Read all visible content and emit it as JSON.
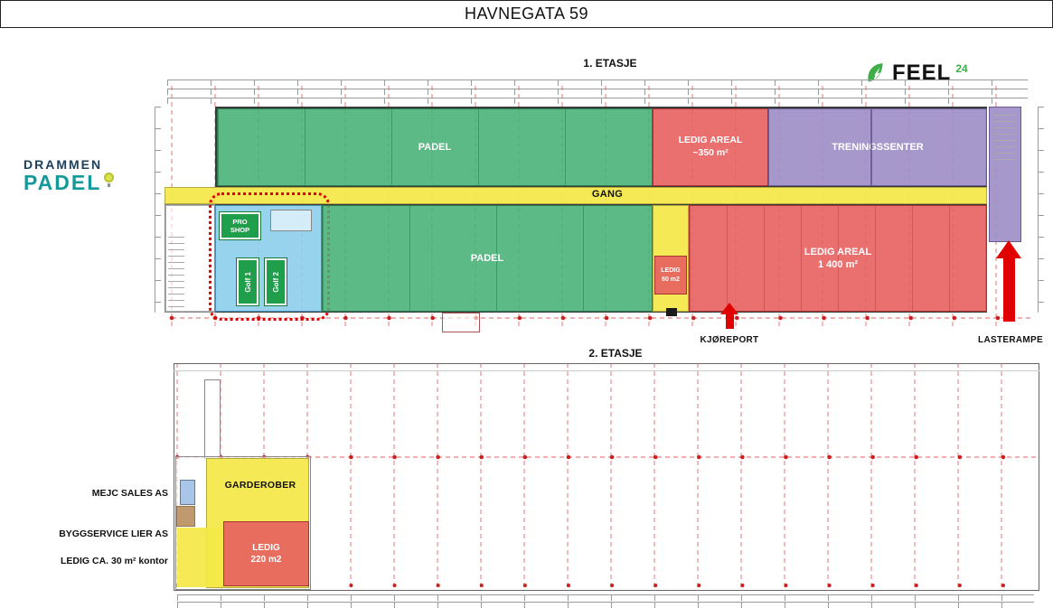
{
  "title": "HAVNEGATA 59",
  "logos": {
    "feel": {
      "name": "FEEL",
      "sup": "24"
    },
    "drammen": {
      "line1": "DRAMMEN",
      "line2": "PADEL"
    }
  },
  "floor1": {
    "label": "1. ETASJE",
    "zones": {
      "padel_top": "PADEL",
      "padel_bottom": "PADEL",
      "ledig350": {
        "line1": "LEDIG AREAL",
        "line2": "~350 m²"
      },
      "treningssenter": "TRENINGSSENTER",
      "gang": "GANG",
      "proshop": {
        "line1": "PRO",
        "line2": "SHOP"
      },
      "golf1": "Golf 1",
      "golf2": "Golf 2",
      "ledig60": {
        "line1": "LEDIG",
        "line2": "60 m2"
      },
      "ledig1400": {
        "line1": "LEDIG AREAL",
        "line2": "1 400 m²"
      }
    },
    "annotations": {
      "kjoreport": "KJØREPORT",
      "lasterampe": "LASTERAMPE"
    }
  },
  "floor2": {
    "label": "2. ETASJE",
    "zones": {
      "garderober": "GARDEROBER",
      "ledig220": {
        "line1": "LEDIG",
        "line2": "220 m2"
      }
    },
    "side_labels": {
      "mejc": "MEJC SALES AS",
      "byggservice": "BYGGSERVICE LIER AS",
      "ledig_kontor": "LEDIG CA. 30 m² kontor"
    }
  },
  "colors": {
    "green": "#46b076",
    "red": "#e85f5f",
    "purple": "#a08fc8",
    "yellow": "#f4e846",
    "blue": "#8cceeb",
    "accent_red": "#e00000",
    "feel_green": "#3fae49",
    "padel_teal": "#159a9b",
    "drammen_navy": "#1c3f5e"
  }
}
